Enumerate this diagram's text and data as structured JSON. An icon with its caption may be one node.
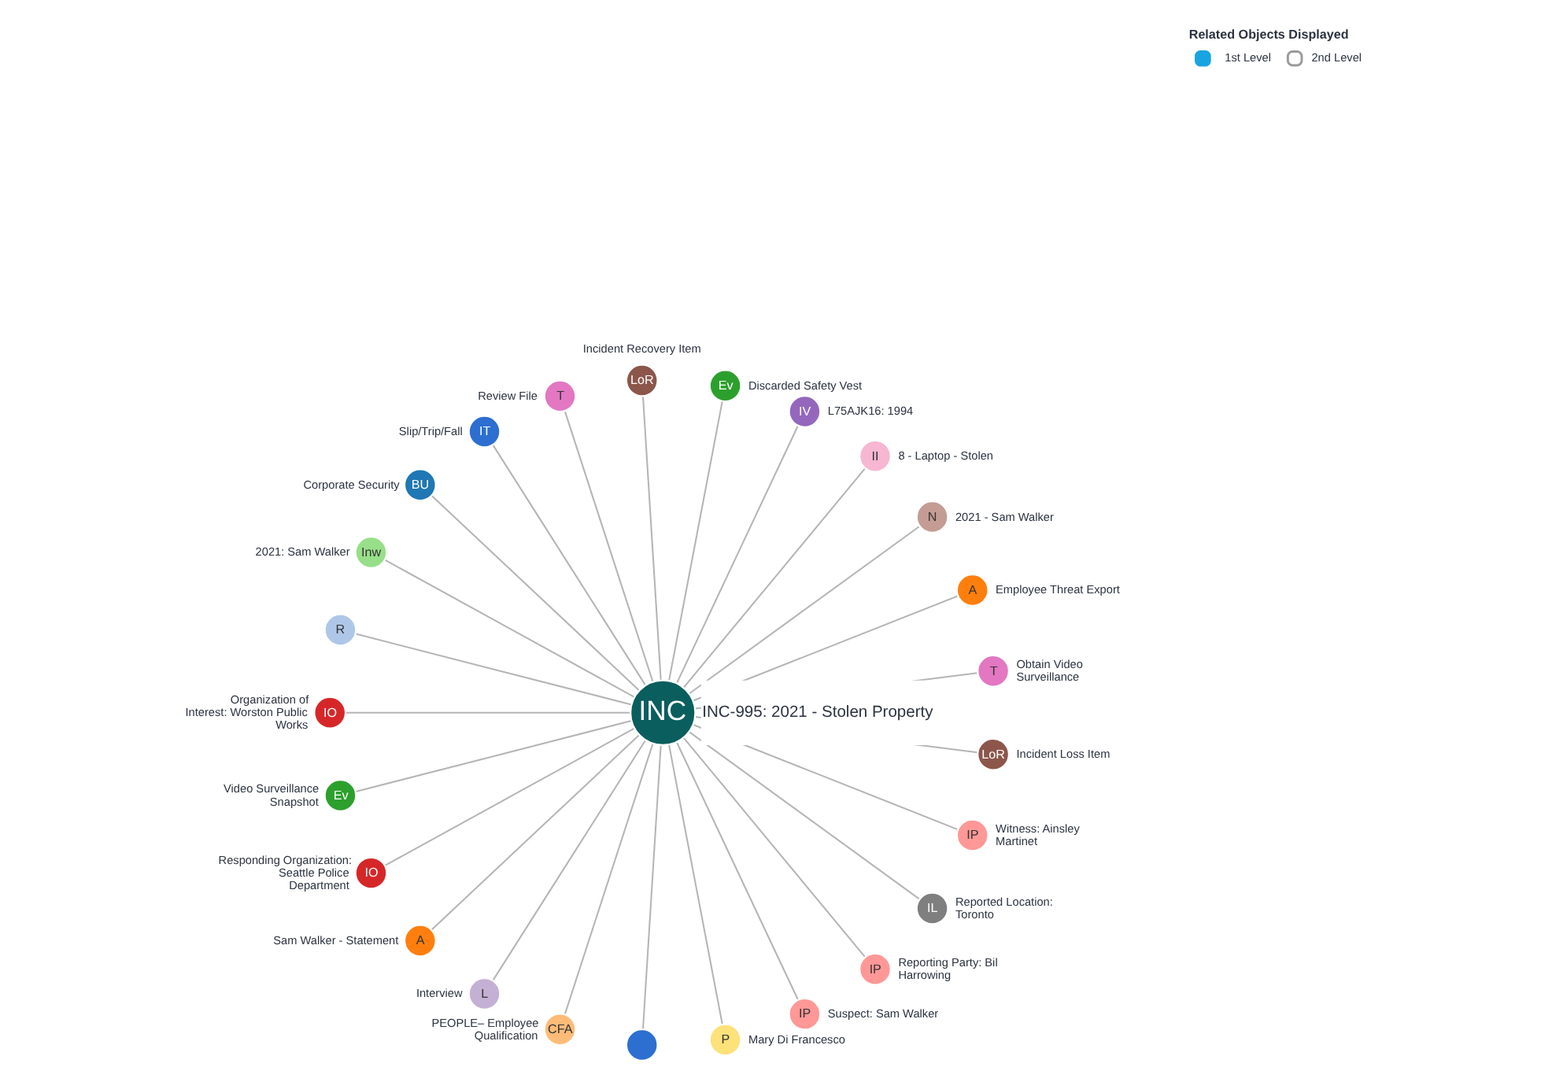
{
  "diagram": {
    "nodes": [
      {
        "text": [
          "LoR"
        ],
        "beside": [
          "Incident Recovery Item"
        ]
      },
      {
        "text": [
          "IV"
        ],
        "beside": [
          "L75AJK16: 1994"
        ]
      },
      {
        "text": [
          "IT"
        ],
        "beside": [
          "Slip/Trip/Fall"
        ]
      },
      {
        "text": [
          "II"
        ],
        "beside": [
          "8 - Laptop - Stolen"
        ]
      },
      {
        "text": [
          "Ev"
        ],
        "beside": [
          "Discarded Safety Vest"
        ]
      },
      {
        "text": [
          "T"
        ],
        "beside": [
          "Review File"
        ]
      },
      {
        "text": [
          "A"
        ],
        "beside": [
          "Employee Threat Export"
        ]
      },
      {
        "text": [
          "N"
        ],
        "beside": [
          "2021 - Sam Walker"
        ]
      },
      {
        "text": [
          "Inw"
        ],
        "beside": [
          "2021: Sam Walker"
        ]
      },
      {
        "text": [
          "BU"
        ],
        "beside": [
          "Corporate Security"
        ]
      },
      {
        "text": [
          "T"
        ],
        "beside": [
          "Obtain Video Surveillance"
        ]
      },
      {
        "text": [
          "IO"
        ],
        "beside": [
          "Organization of Interest: Worston Public Works"
        ]
      },
      {
        "text": [
          "R"
        ]
      },
      {
        "text": [
          "INC",
          "INC-995: 2021 - Stolen Property"
        ]
      },
      {
        "text": [
          "LoR"
        ],
        "beside": [
          "Incident Loss Item"
        ]
      },
      {
        "text": [
          "IP"
        ],
        "beside": [
          "Witness: Ainsley Martinet"
        ]
      },
      {
        "text": [
          "IO"
        ],
        "beside": [
          "Responding Organization: Seattle Police Department"
        ]
      },
      {
        "text": [
          "IP"
        ],
        "beside": [
          "Reporting Party: Bil Harrowing"
        ]
      },
      {
        "text": [
          "Ev"
        ],
        "beside": [
          "Video Surveillance Snapshot"
        ]
      },
      {
        "text": [
          "L"
        ],
        "beside": [
          "Interview"
        ]
      },
      {
        "text": [
          "P"
        ],
        "beside": [
          "Mary Di Francesco"
        ]
      },
      {
        "text": [
          "IL"
        ],
        "beside": [
          "Reported Location: Toronto"
        ]
      },
      {
        "text": [
          "A"
        ],
        "beside": [
          "Sam Walker - Statement"
        ]
      },
      {
        "text": [
          "CFA"
        ],
        "beside": [
          "PEOPLE– Employee Qualification"
        ]
      },
      {
        "text": [],
        "shape": "circle"
      },
      {
        "text": [
          "IP"
        ],
        "beside": [
          "Suspect: Sam Walker"
        ]
      }
    ],
    "edges": [
      {
        "from": 13,
        "to": 10,
        "arrow": "none"
      },
      {
        "from": 13,
        "to": 6,
        "arrow": "none"
      },
      {
        "from": 13,
        "to": 7,
        "arrow": "none"
      },
      {
        "from": 13,
        "to": 3,
        "arrow": "none"
      },
      {
        "from": 13,
        "to": 1,
        "arrow": "none"
      },
      {
        "from": 13,
        "to": 4,
        "arrow": "none"
      },
      {
        "from": 13,
        "to": 0,
        "arrow": "none"
      },
      {
        "from": 13,
        "to": 5,
        "arrow": "none"
      },
      {
        "from": 13,
        "to": 2,
        "arrow": "none"
      },
      {
        "from": 13,
        "to": 9,
        "arrow": "none"
      },
      {
        "from": 13,
        "to": 8,
        "arrow": "none"
      },
      {
        "from": 13,
        "to": 12,
        "arrow": "none"
      },
      {
        "from": 13,
        "to": 11,
        "arrow": "none"
      },
      {
        "from": 13,
        "to": 18,
        "arrow": "none"
      },
      {
        "from": 13,
        "to": 16,
        "arrow": "none"
      },
      {
        "from": 13,
        "to": 22,
        "arrow": "none"
      },
      {
        "from": 13,
        "to": 19,
        "arrow": "none"
      },
      {
        "from": 13,
        "to": 23,
        "arrow": "none"
      },
      {
        "from": 13,
        "to": 24,
        "arrow": "none"
      },
      {
        "from": 13,
        "to": 20,
        "arrow": "none"
      },
      {
        "from": 13,
        "to": 25,
        "arrow": "none"
      },
      {
        "from": 13,
        "to": 17,
        "arrow": "none"
      },
      {
        "from": 13,
        "to": 21,
        "arrow": "none"
      },
      {
        "from": 13,
        "to": 15,
        "arrow": "none"
      },
      {
        "from": 13,
        "to": 14,
        "arrow": "none"
      }
    ],
    "labels": [
      "Related Objects Displayed",
      "1st Level",
      "2nd Level"
    ]
  }
}
